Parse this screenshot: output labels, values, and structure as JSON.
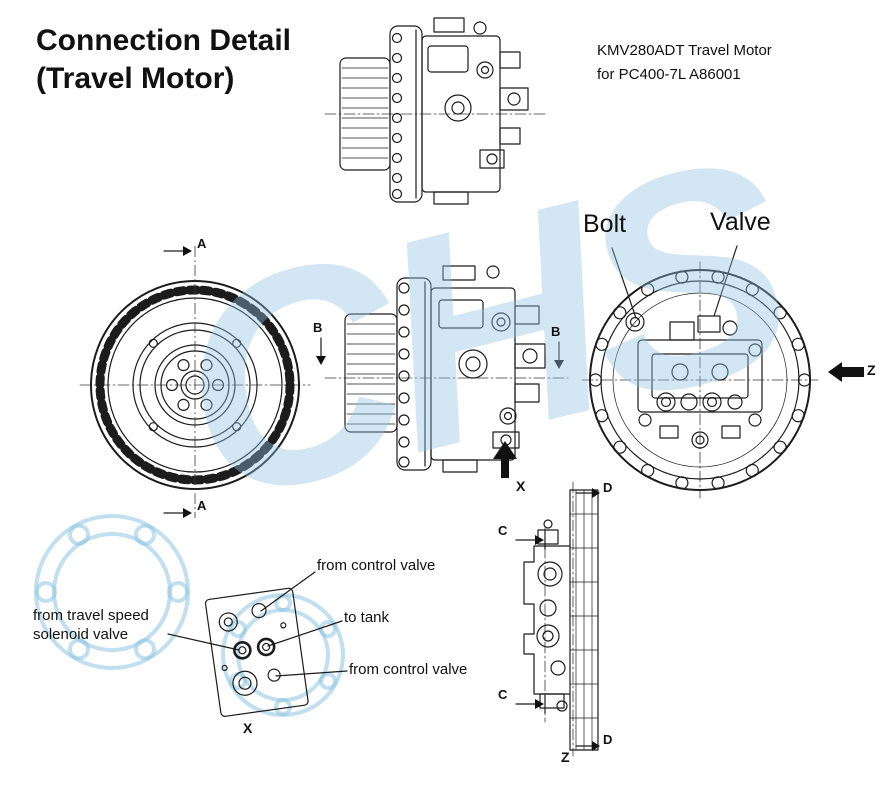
{
  "header": {
    "title_line1": "Connection Detail",
    "title_line2": "(Travel Motor)",
    "model_line1": "KMV280ADT Travel Motor",
    "model_line2": "for PC400-7L A86001"
  },
  "part_labels": {
    "bolt": "Bolt",
    "valve": "Valve"
  },
  "sections": {
    "a": "A",
    "b": "B",
    "c": "C",
    "d": "D"
  },
  "views": {
    "x": "X",
    "z": "Z"
  },
  "callouts": {
    "from_control_valve_top": "from control valve",
    "to_tank": "to tank",
    "from_travel_speed_solenoid": "from travel speed\nsolenoid valve",
    "from_control_valve_bottom": "from control valve"
  },
  "watermark": {
    "text": "CHS"
  }
}
